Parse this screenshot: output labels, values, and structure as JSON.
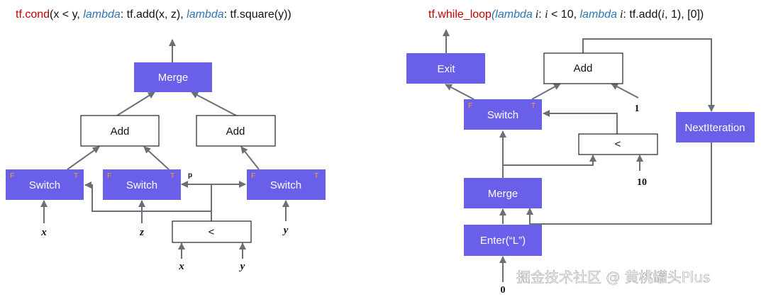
{
  "left": {
    "title": {
      "fn": "tf.cond",
      "p1": "(x < y, ",
      "lambda1": "lambda",
      "p2": ": tf.add(x, z), ",
      "lambda2": "lambda",
      "p3": ": tf.square(y))"
    },
    "nodes": {
      "merge": "Merge",
      "add1": "Add",
      "add2": "Add",
      "switch1": "Switch",
      "switch2": "Switch",
      "switch3": "Switch",
      "less": "<"
    },
    "flags": {
      "f": "F",
      "t": "T"
    },
    "pred_label": "p",
    "inputs": {
      "x1": "x",
      "z": "z",
      "y1": "y",
      "x2": "x",
      "y2": "y"
    }
  },
  "right": {
    "title": {
      "fn": "tf.while_loop",
      "p1": "(",
      "lambda1": "lambda",
      "i1": " i",
      "p2": ": ",
      "i2": "i",
      "p3": " < 10, ",
      "lambda2": "lambda",
      "i3": " i",
      "p4": ": tf.add(",
      "i4": "i",
      "p5": ", 1), [0])"
    },
    "nodes": {
      "exit": "Exit",
      "add": "Add",
      "switch": "Switch",
      "next_iteration": "NextIteration",
      "less": "<",
      "merge": "Merge",
      "enter": "Enter(“L”)"
    },
    "flags": {
      "f": "F",
      "t": "T"
    },
    "constants": {
      "one": "1",
      "ten": "10",
      "zero": "0"
    }
  },
  "watermark": "掘金技术社区 @ 黄桃罐头Plus",
  "colors": {
    "node_fill": "#6a5fe8",
    "edge": "#6b6f78",
    "flag": "#f5a623",
    "fn_red": "#c00000",
    "lambda_blue": "#2e75b6"
  }
}
